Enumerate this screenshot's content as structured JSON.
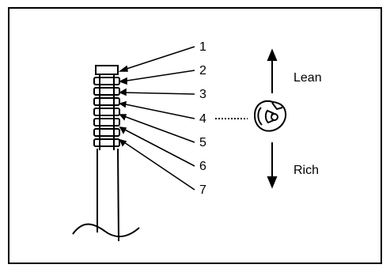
{
  "diagram": {
    "notch_labels": [
      "1",
      "2",
      "3",
      "4",
      "5",
      "6",
      "7"
    ],
    "direction_up_label": "Lean",
    "direction_down_label": "Rich",
    "colors": {
      "stroke": "#000000",
      "background": "#ffffff"
    }
  }
}
